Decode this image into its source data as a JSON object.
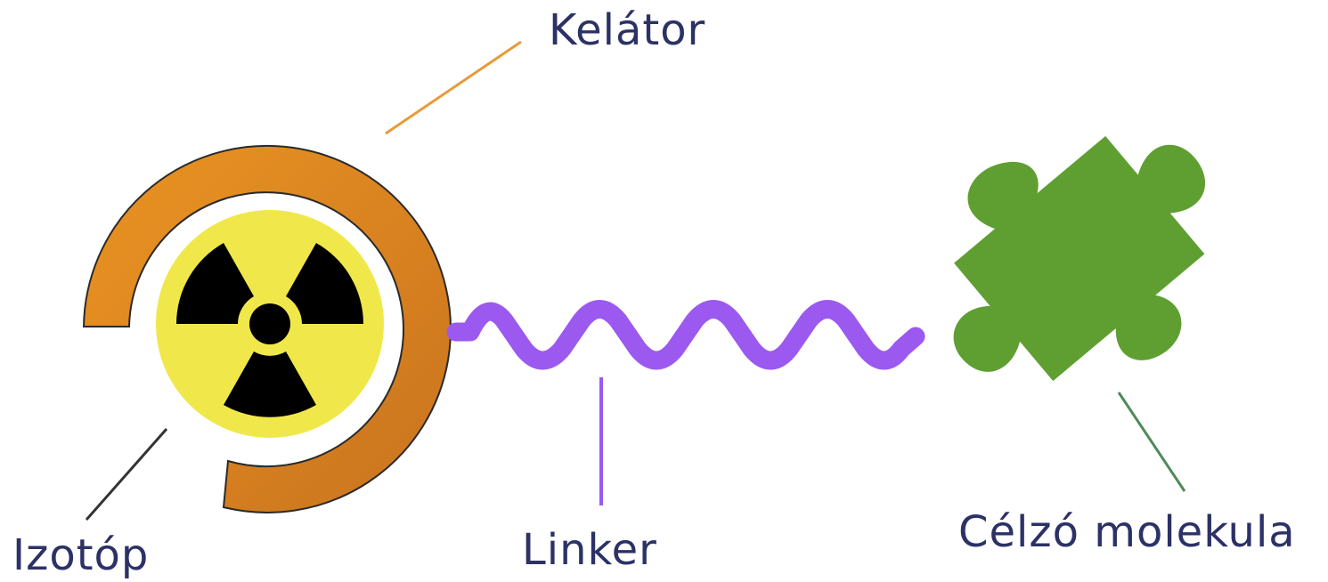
{
  "diagram": {
    "labels": {
      "chelator": "Kelátor",
      "isotope": "Izotóp",
      "linker": "Linker",
      "targeting_molecule": "Célzó molekula"
    },
    "colors": {
      "text": "#2c3166",
      "chelator_ring": "#e08a22",
      "chelator_leader": "#e89a3a",
      "isotope_fill": "#f0e84a",
      "radiation_symbol": "#000000",
      "isotope_leader": "#333333",
      "linker": "#9b59f0",
      "targeting_puzzle": "#5f9f32",
      "targeting_leader": "#4f8a5a"
    },
    "icons": {
      "isotope": "radiation-icon",
      "chelator": "ring-shape",
      "linker": "wave-shape",
      "targeting_molecule": "puzzle-piece-icon"
    }
  }
}
